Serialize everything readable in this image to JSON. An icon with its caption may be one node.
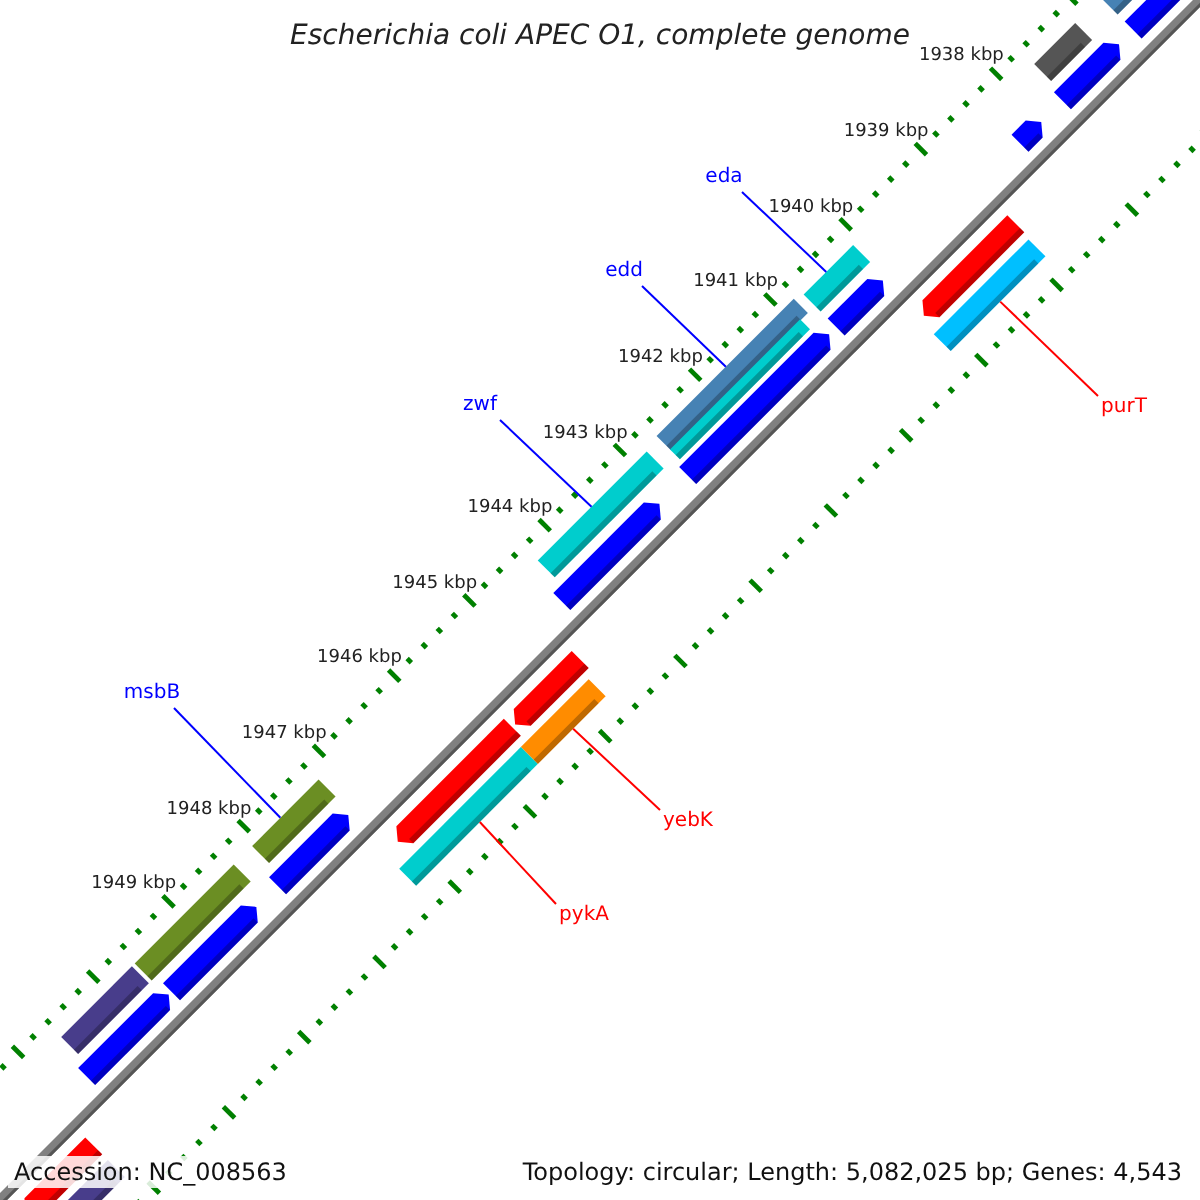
{
  "diagram": {
    "title": "Escherichia coli APEC O1, complete genome",
    "nodes": [
      {
        "text": [
          "eda"
        ]
      },
      {
        "text": [],
        "shape": "bar"
      },
      {
        "text": [
          "edd"
        ]
      },
      {
        "text": [],
        "shape": "bar"
      },
      {
        "text": [
          "zwf"
        ]
      },
      {
        "text": [],
        "shape": "bar"
      },
      {
        "text": [
          "purT"
        ]
      },
      {
        "text": [],
        "shape": "bar"
      },
      {
        "text": [
          "msbB"
        ]
      },
      {
        "text": [],
        "shape": "bar"
      },
      {
        "text": [
          "yebK"
        ]
      },
      {
        "text": [],
        "shape": "bar"
      },
      {
        "text": [
          "pykA"
        ]
      },
      {
        "text": [],
        "shape": "bar"
      }
    ],
    "edges": [
      {
        "from": 0,
        "to": 1,
        "arrow": "none"
      },
      {
        "from": 2,
        "to": 3,
        "arrow": "none"
      },
      {
        "from": 4,
        "to": 5,
        "arrow": "none"
      },
      {
        "from": 6,
        "to": 7,
        "arrow": "none",
        "color": "#ff0000"
      },
      {
        "from": 8,
        "to": 9,
        "arrow": "none"
      },
      {
        "from": 10,
        "to": 11,
        "arrow": "none",
        "color": "#ff0000"
      },
      {
        "from": 12,
        "to": 13,
        "arrow": "none",
        "color": "#ff0000"
      }
    ],
    "labels": [
      "1938 kbp",
      "1939 kbp",
      "1940 kbp",
      "1941 kbp",
      "1942 kbp",
      "1943 kbp",
      "1944 kbp",
      "1945 kbp",
      "1946 kbp",
      "1947 kbp",
      "1948 kbp",
      "1949 kbp",
      "Accession: NC_008563",
      "Topology: circular; Length: 5,082,025 bp; Genes: 4,543"
    ]
  }
}
